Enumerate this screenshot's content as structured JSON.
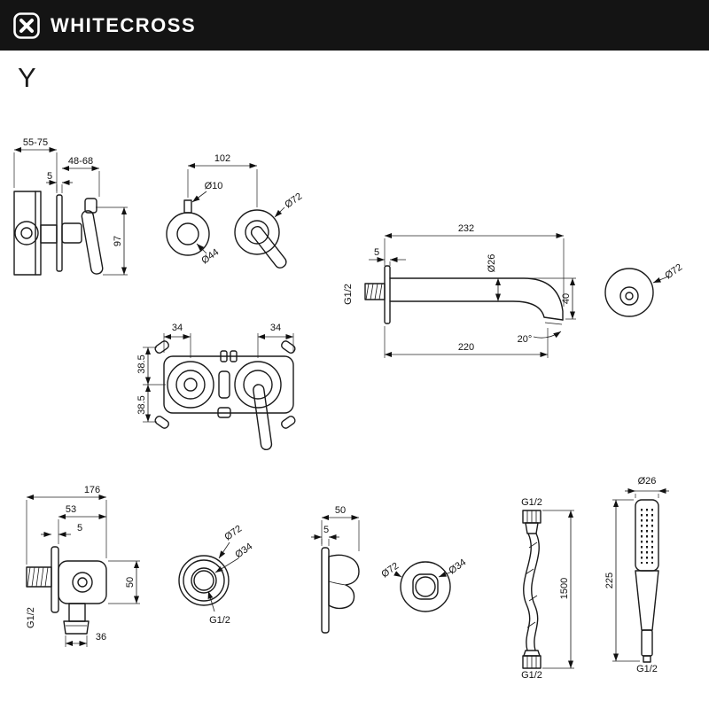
{
  "header": {
    "brand": "WHITECROSS"
  },
  "series": {
    "label": "Y"
  },
  "drawings": {
    "mixer_side": {
      "span_wall": "55-75",
      "span_depth": "48-68",
      "plate_thickness": "5",
      "height": "97"
    },
    "trim_front": {
      "centers": "102",
      "stem": "Ø10",
      "plate": "Ø72",
      "base": "Ø44"
    },
    "spout_side": {
      "length_total": "232",
      "plate_thickness": "5",
      "tube": "Ø26",
      "thread": "G1/2",
      "drop": "40",
      "angle": "20°",
      "reach": "220"
    },
    "elbow_front": {
      "plate": "Ø72"
    },
    "roughin_front": {
      "offset_left": "34",
      "offset_right": "34",
      "offset_top": "38.5",
      "offset_bottom": "38.5"
    },
    "outlet_elbow_side": {
      "length_total": "176",
      "depth": "53",
      "plate_thickness": "5",
      "height": "50",
      "thread": "G1/2",
      "outlet": "36"
    },
    "escutcheon_front": {
      "plate": "Ø72",
      "hole": "Ø34",
      "thread": "G1/2"
    },
    "holder_side": {
      "depth": "50",
      "plate_thickness": "5"
    },
    "holder_front": {
      "plate": "Ø72",
      "hole": "Ø34"
    },
    "hose": {
      "thread_top": "G1/2",
      "length": "1500",
      "thread_bottom": "G1/2"
    },
    "handshower": {
      "head": "Ø26",
      "length": "225",
      "thread": "G1/2"
    }
  }
}
